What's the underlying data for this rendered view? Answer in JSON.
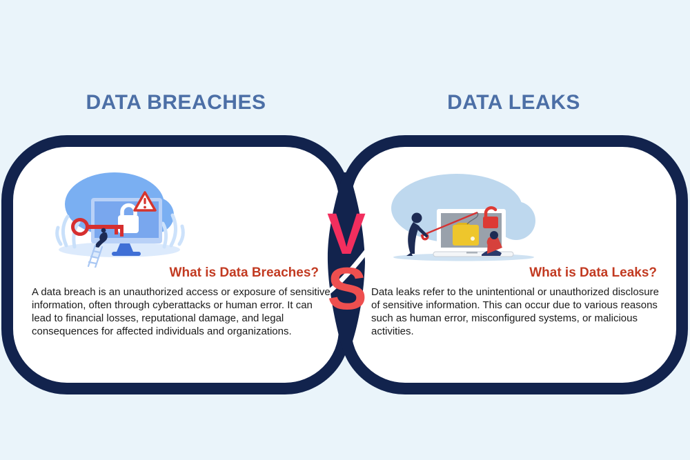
{
  "titles": {
    "left": "DATA BREACHES",
    "right": "DATA LEAKS"
  },
  "vs": {
    "v": "V",
    "s": "S",
    "v_color": "#f22e5e",
    "s_color": "#ee4f4f"
  },
  "panels": {
    "left": {
      "heading": "What is Data Breaches?",
      "body": "A data breach is an unauthorized access or exposure of sensitive information, often through cyberattacks or human error. It can lead to financial losses, reputational damage, and legal consequences for affected individuals and organizations."
    },
    "right": {
      "heading": "What is Data Leaks?",
      "body": "Data leaks refer to the unintentional or unauthorized disclosure of sensitive information. This can occur due to various reasons such as human error, misconfigured systems, or malicious activities."
    }
  },
  "icons": {
    "left_illustration": "monitor-padlock-key-warning",
    "right_illustration": "phishing-laptop-folder-open-lock"
  },
  "colors": {
    "background": "#eaf4fa",
    "panel_border": "#12234d",
    "panel_fill": "#ffffff",
    "title_text": "#4c6fa6",
    "heading_text": "#c23a21",
    "body_text": "#1a1a1a"
  }
}
